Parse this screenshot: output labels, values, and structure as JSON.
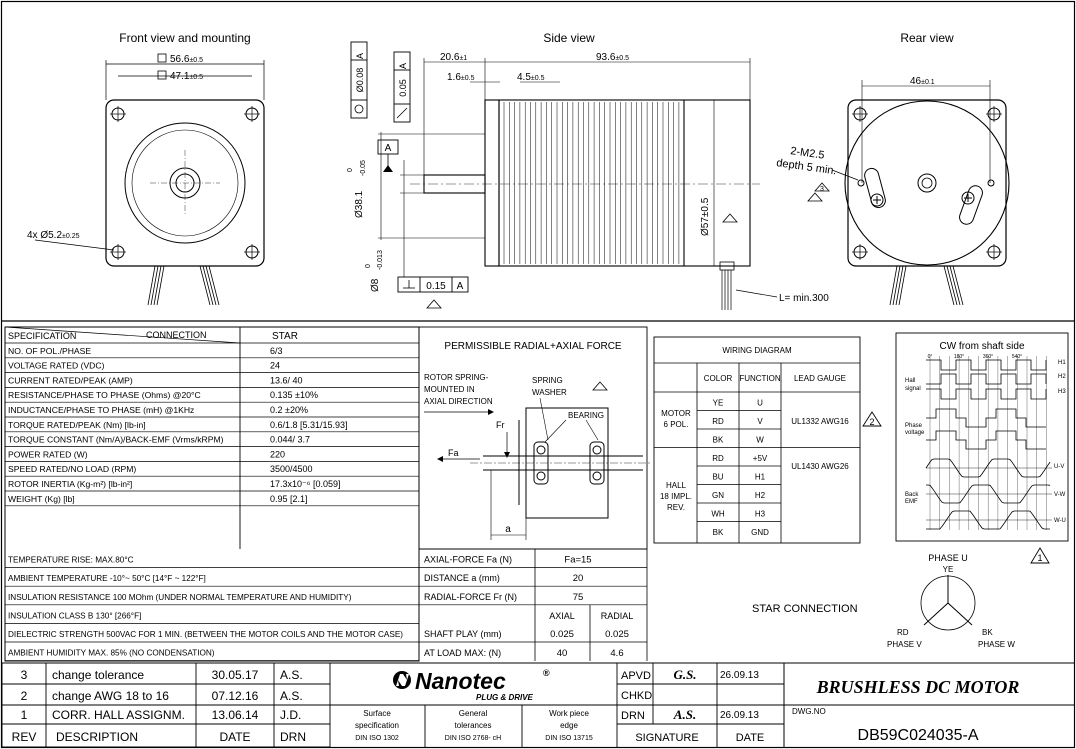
{
  "views": {
    "front": {
      "title": "Front view and mounting",
      "dim_outer": "56.6",
      "dim_outer_tol": "±0.5",
      "dim_inner": "47.1",
      "dim_inner_tol": "±0.5",
      "hole": "4x Ø5.2",
      "hole_tol": "±0.25"
    },
    "side": {
      "title": "Side view",
      "dim_shaft_len": "20.6",
      "dim_shaft_len_tol": "±1",
      "dim_overall": "93.6",
      "dim_overall_tol": "±0.5",
      "dim_a": "1.6",
      "dim_a_tol": "±0.5",
      "dim_b": "4.5",
      "dim_b_tol": "±0.5",
      "tol_round": "Ø0.08",
      "tol_round_ref": "A",
      "tol_runout": "0.05",
      "tol_runout_ref": "A",
      "datum": "A",
      "pilot": "Ø38.1",
      "pilot_tol_up": "0",
      "pilot_tol_dn": "-0.05",
      "body": "Ø57±0.5",
      "shaft": "Ø8",
      "shaft_tol_up": "0",
      "shaft_tol_dn": "-0.013",
      "perp": "0.15",
      "perp_ref": "A",
      "lead_len": "L= min.300"
    },
    "rear": {
      "title": "Rear view",
      "dim": "46",
      "dim_tol": "±0.1",
      "thread": "2-M2.5",
      "depth": "depth 5 min."
    },
    "rev_marks": {
      "one": "1",
      "two": "2",
      "three": "3"
    }
  },
  "spec": {
    "header_left": "SPECIFICATION",
    "header_mid": "CONNECTION",
    "header_right": "STAR",
    "rows": [
      {
        "label": "NO. OF POL./PHASE",
        "value": "6/3"
      },
      {
        "label": "VOLTAGE RATED (VDC)",
        "value": "24"
      },
      {
        "label": "CURRENT RATED/PEAK (AMP)",
        "value": "13.6/ 40"
      },
      {
        "label": "RESISTANCE/PHASE TO PHASE (Ohms) @20°C",
        "value": "0.135   ±10%"
      },
      {
        "label": "INDUCTANCE/PHASE TO PHASE (mH) @1KHz",
        "value": "0.2   ±20%"
      },
      {
        "label": "TORQUE RATED/PEAK (Nm) [lb-in]",
        "value": "0.6/1.8 [5.31/15.93]"
      },
      {
        "label": "TORQUE CONSTANT (Nm/A)/BACK-EMF (Vrms/kRPM)",
        "value": "0.044/ 3.7"
      },
      {
        "label": "POWER RATED (W)",
        "value": "220"
      },
      {
        "label": "SPEED RATED/NO LOAD (RPM)",
        "value": "3500/4500"
      },
      {
        "label": "ROTOR INERTIA (Kg-m²) [lb-in²]",
        "value": "17.3x10⁻⁶ [0.059]"
      },
      {
        "label": "WEIGHT (Kg) [lb]",
        "value": "0.95 [2.1]"
      }
    ],
    "env": [
      "TEMPERATURE RISE: MAX.80°C",
      "AMBIENT TEMPERATURE -10°~ 50°C [14°F ~ 122°F]",
      "INSULATION RESISTANCE 100 MOhm (UNDER NORMAL TEMPERATURE AND HUMIDITY)",
      "INSULATION CLASS B 130° [266°F]",
      "DIELECTRIC STRENGTH 500VAC FOR 1 MIN. (BETWEEN THE MOTOR COILS AND THE MOTOR CASE)",
      "AMBIENT HUMIDITY MAX. 85% (NO CONDENSATION)"
    ]
  },
  "force": {
    "title": "PERMISSIBLE RADIAL+AXIAL FORCE",
    "rotor": [
      "ROTOR SPRING-",
      "MOUNTED IN",
      "AXIAL DIRECTION"
    ],
    "spring": [
      "SPRING",
      "WASHER"
    ],
    "bearing": "BEARING",
    "fr": "Fr",
    "fa": "Fa",
    "a": "a",
    "rows": [
      {
        "label": "AXIAL-FORCE Fa (N)",
        "value": "Fa=15"
      },
      {
        "label": "DISTANCE a  (mm)",
        "value": "20"
      },
      {
        "label": "RADIAL-FORCE Fr (N)",
        "value": "75"
      }
    ],
    "play_h_axial": "AXIAL",
    "play_h_radial": "RADIAL",
    "play_rows": [
      {
        "label": "SHAFT PLAY (mm)",
        "axial": "0.025",
        "radial": "0.025"
      },
      {
        "label": "AT LOAD MAX: (N)",
        "axial": "40",
        "radial": "4.6"
      }
    ]
  },
  "wiring": {
    "title": "WIRING DIAGRAM",
    "h_color": "COLOR",
    "h_function": "FUNCTION",
    "h_gauge": "LEAD GAUGE",
    "motor_label": [
      "MOTOR",
      "6 POL."
    ],
    "motor_rows": [
      {
        "color": "YE",
        "function": "U"
      },
      {
        "color": "RD",
        "function": "V"
      },
      {
        "color": "BK",
        "function": "W"
      }
    ],
    "motor_gauge": "UL1332 AWG16",
    "hall_label": [
      "HALL",
      "18 IMPL.",
      "REV."
    ],
    "hall_rows": [
      {
        "color": "RD",
        "function": "+5V"
      },
      {
        "color": "BU",
        "function": "H1"
      },
      {
        "color": "GN",
        "function": "H2"
      },
      {
        "color": "WH",
        "function": "H3"
      },
      {
        "color": "BK",
        "function": "GND"
      }
    ],
    "hall_gauge": "UL1430 AWG26"
  },
  "timing": {
    "title": "CW  from  shaft  side",
    "hall": [
      "Hall",
      "signal"
    ],
    "phase": [
      "Phase",
      "voltage"
    ],
    "back": [
      "Back",
      "EMF"
    ],
    "h1": "H1",
    "h2": "H2",
    "h3": "H3",
    "uv": "U-V",
    "vw": "V-W",
    "wu": "W-U",
    "deg": [
      "0°",
      "180°",
      "360°",
      "540°"
    ]
  },
  "star": {
    "title": "STAR  CONNECTION",
    "u": "PHASE U",
    "u_color": "YE",
    "v_color": "RD",
    "v": "PHASE V",
    "w_color": "BK",
    "w": "PHASE W"
  },
  "revisions": {
    "rows": [
      {
        "rev": "3",
        "desc": "change tolerance",
        "date": "30.05.17",
        "drn": "A.S."
      },
      {
        "rev": "2",
        "desc": "change AWG 18 to 16",
        "date": "07.12.16",
        "drn": "A.S."
      },
      {
        "rev": "1",
        "desc": "CORR. HALL ASSIGNM.",
        "date": "13.06.14",
        "drn": "J.D."
      }
    ],
    "h_rev": "REV",
    "h_desc": "DESCRIPTION",
    "h_date": "DATE",
    "h_drn": "DRN"
  },
  "brand": {
    "name": "Nanotec",
    "reg": "®",
    "tagline": "PLUG & DRIVE"
  },
  "standards": [
    {
      "line1": "Surface",
      "line2": "specification",
      "line3": "DIN ISO 1302"
    },
    {
      "line1": "General",
      "line2": "tolerances",
      "line3": "DIN ISO 2768- cH"
    },
    {
      "line1": "Work piece",
      "line2": "edge",
      "line3": "DIN ISO 13715"
    }
  ],
  "signoff": {
    "apvd": "APVD",
    "apvd_name": "G.S.",
    "apvd_date": "26.09.13",
    "chkd": "CHKD",
    "drn": "DRN",
    "drn_name": "A.S.",
    "drn_date": "26.09.13",
    "h_sig": "SIGNATURE",
    "h_date": "DATE"
  },
  "title_block": {
    "title": "BRUSHLESS  DC  MOTOR",
    "dwg_label": "DWG.NO",
    "dwg_no": "DB59C024035-A"
  }
}
